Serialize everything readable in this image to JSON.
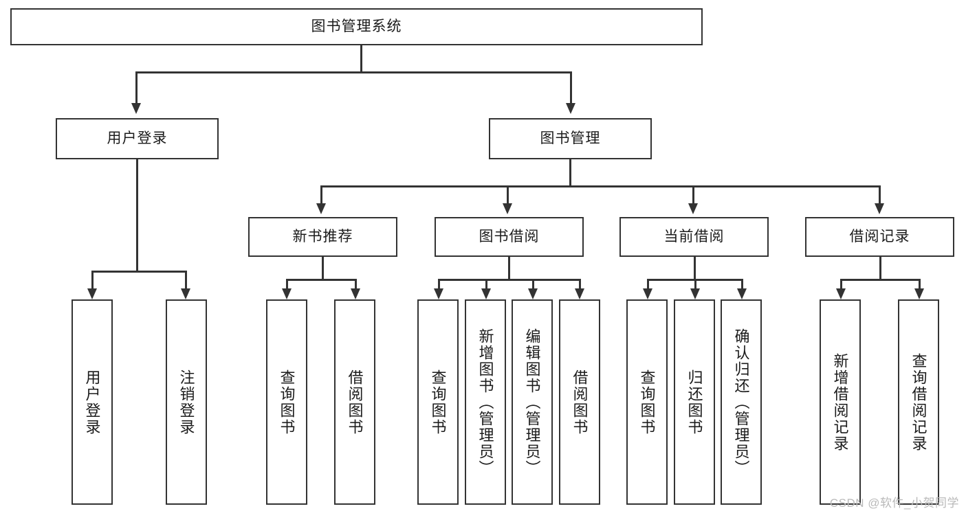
{
  "diagram": {
    "title": "图书管理系统",
    "watermark": "CSDN @软件_小贺同学",
    "colors": {
      "stroke": "#333333",
      "fill": "#ffffff",
      "text": "#1b1b1b",
      "watermark": "#b9b9b9"
    },
    "levels": {
      "root": {
        "label": "图书管理系统"
      },
      "level2": [
        {
          "id": "user-login",
          "label": "用户登录"
        },
        {
          "id": "book-management",
          "label": "图书管理"
        }
      ],
      "level3": [
        {
          "id": "new-book-recommend",
          "label": "新书推荐"
        },
        {
          "id": "book-borrow",
          "label": "图书借阅"
        },
        {
          "id": "current-borrow",
          "label": "当前借阅"
        },
        {
          "id": "borrow-record",
          "label": "借阅记录"
        }
      ],
      "leaves": {
        "user-login": [
          {
            "id": "leaf-user-login",
            "label": "用户登录"
          },
          {
            "id": "leaf-logout",
            "label": "注销登录"
          }
        ],
        "new-book-recommend": [
          {
            "id": "leaf-query-book-1",
            "label": "查询图书"
          },
          {
            "id": "leaf-borrow-book-1",
            "label": "借阅图书"
          }
        ],
        "book-borrow": [
          {
            "id": "leaf-query-book-2",
            "label": "查询图书"
          },
          {
            "id": "leaf-add-book",
            "label": "新增图书（管理员）"
          },
          {
            "id": "leaf-edit-book",
            "label": "编辑图书（管理员）"
          },
          {
            "id": "leaf-borrow-book-2",
            "label": "借阅图书"
          }
        ],
        "current-borrow": [
          {
            "id": "leaf-query-book-3",
            "label": "查询图书"
          },
          {
            "id": "leaf-return-book",
            "label": "归还图书"
          },
          {
            "id": "leaf-confirm-return",
            "label": "确认归还（管理员）"
          }
        ],
        "borrow-record": [
          {
            "id": "leaf-add-record",
            "label": "新增借阅记录"
          },
          {
            "id": "leaf-query-record",
            "label": "查询借阅记录"
          }
        ]
      }
    }
  }
}
